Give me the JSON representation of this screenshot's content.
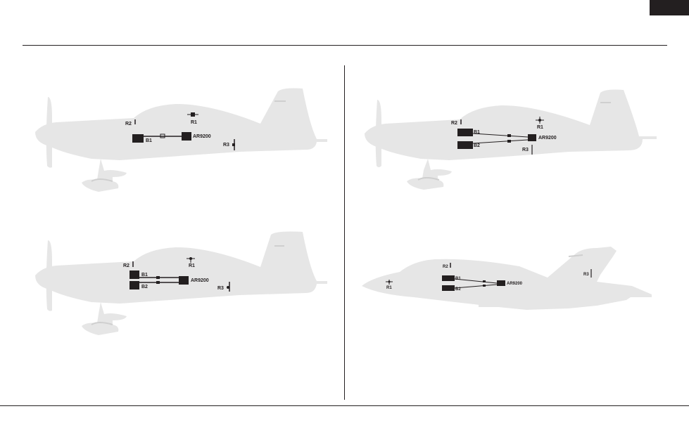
{
  "page": {
    "tab_color": "#231f20",
    "rule_color": "#231f20",
    "plane_color": "#e6e6e6"
  },
  "diagrams": [
    {
      "name": "single-battery-sport-plane",
      "labels": {
        "r1": "R1",
        "r2": "R2",
        "r3": "R3",
        "b1": "B1",
        "receiver": "AR9200"
      }
    },
    {
      "name": "dual-battery-sport-plane",
      "labels": {
        "r1": "R1",
        "r2": "R2",
        "r3": "R3",
        "b1": "B1",
        "b2": "B2",
        "receiver": "AR9200"
      }
    },
    {
      "name": "dual-battery-aerobatic-plane",
      "labels": {
        "r1": "R1",
        "r2": "R2",
        "r3": "R3",
        "b1": "B1",
        "b2": "B2",
        "receiver": "AR9200"
      }
    },
    {
      "name": "dual-battery-jet",
      "labels": {
        "r1": "R1",
        "r2": "R2",
        "r3": "R3",
        "b1": "B1",
        "b2": "B2",
        "receiver": "AR9200"
      }
    }
  ]
}
